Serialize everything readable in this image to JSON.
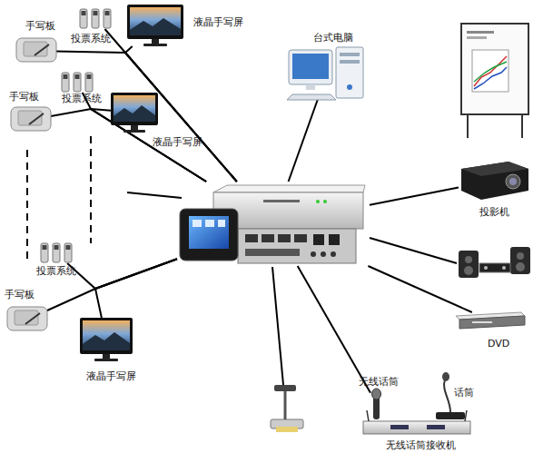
{
  "diagram": {
    "nodes": [
      {
        "text": [
          "手写板"
        ]
      },
      {
        "text": [
          "投票系统"
        ]
      },
      {
        "text": [
          "液晶手写屏"
        ]
      },
      {
        "text": [
          "台式电脑"
        ]
      },
      {
        "text": [
          "手写板"
        ]
      },
      {
        "text": [
          "投票系统"
        ]
      },
      {
        "text": [
          "液晶手写屏"
        ]
      },
      {
        "text": []
      },
      {
        "text": [
          "投影机"
        ]
      },
      {
        "text": [
          "投票系统"
        ]
      },
      {
        "text": [
          "手写板"
        ]
      },
      {
        "text": [
          "液晶手写屏"
        ]
      },
      {
        "text": [
          "DVD"
        ]
      },
      {
        "text": [
          "无线话筒"
        ]
      },
      {
        "text": [
          "话筒"
        ]
      },
      {
        "text": [
          "无线话筒接收机"
        ]
      }
    ],
    "edges": [
      {
        "from": 0,
        "to": 7,
        "arrow": "none"
      },
      {
        "from": 1,
        "to": 7,
        "arrow": "none"
      },
      {
        "from": 2,
        "to": 7,
        "arrow": "none"
      },
      {
        "from": 3,
        "to": 7,
        "arrow": "none"
      },
      {
        "from": 4,
        "to": 7,
        "arrow": "none"
      },
      {
        "from": 5,
        "to": 7,
        "arrow": "none"
      },
      {
        "from": 6,
        "to": 7,
        "arrow": "none"
      },
      {
        "from": 7,
        "to": 8,
        "arrow": "none"
      },
      {
        "from": 9,
        "to": 7,
        "arrow": "none"
      },
      {
        "from": 10,
        "to": 7,
        "arrow": "none"
      },
      {
        "from": 11,
        "to": 7,
        "arrow": "none"
      },
      {
        "from": 7,
        "to": 12,
        "arrow": "none"
      },
      {
        "from": 7,
        "to": 13,
        "arrow": "none"
      }
    ]
  }
}
